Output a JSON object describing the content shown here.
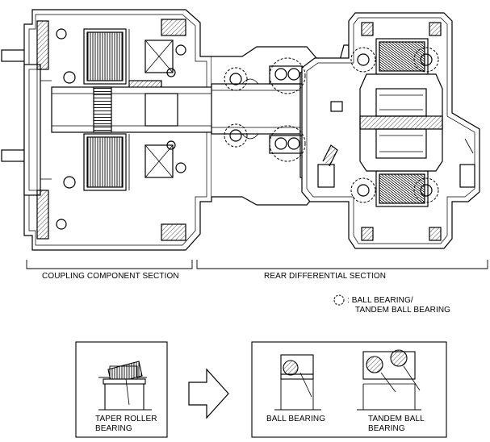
{
  "sections": {
    "coupling": "COUPLING COMPONENT SECTION",
    "rear_diff": "REAR DIFFERENTIAL SECTION"
  },
  "legend": {
    "line1": ": BALL BEARING/",
    "line2": "TANDEM BALL BEARING"
  },
  "bottom": {
    "taper_line1": "TAPER ROLLER",
    "taper_line2": "BEARING",
    "ball": "BALL BEARING",
    "tandem_line1": "TANDEM BALL",
    "tandem_line2": "BEARING"
  }
}
